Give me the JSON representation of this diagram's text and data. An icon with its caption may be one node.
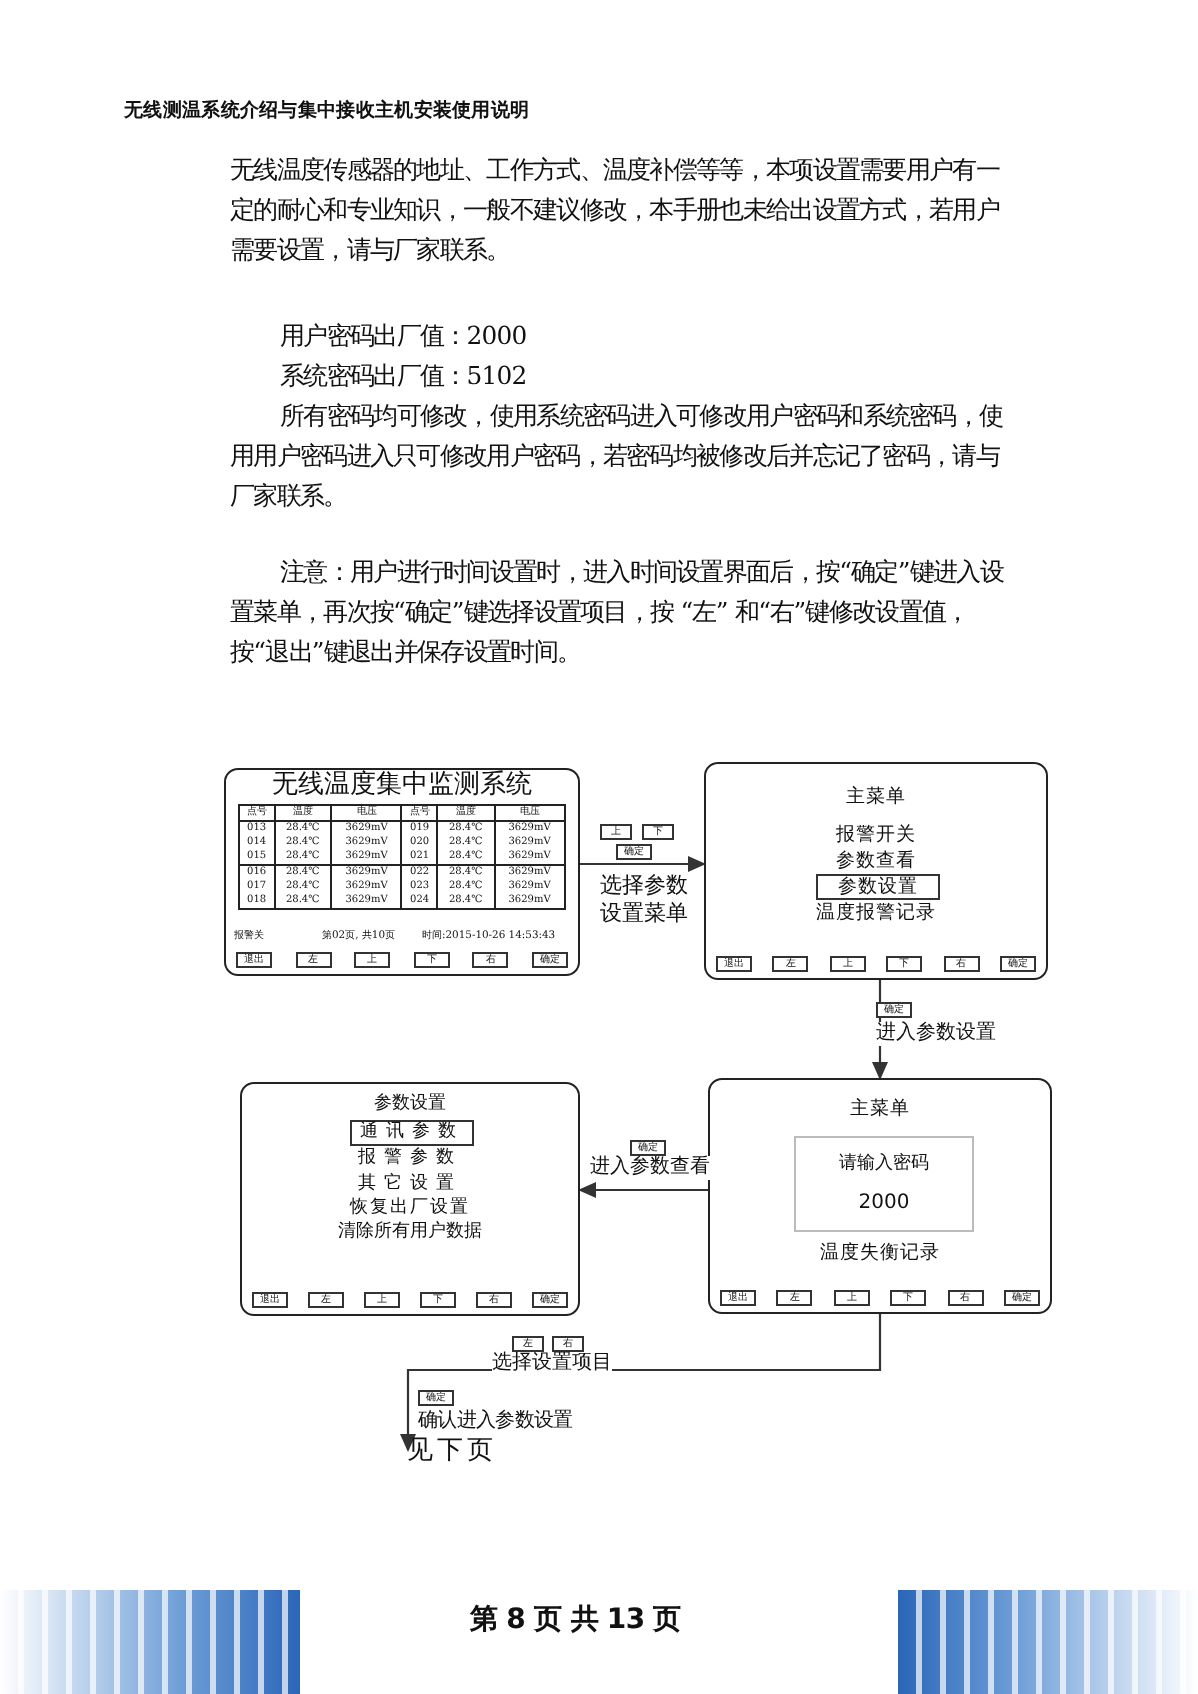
{
  "diagram": {
    "nodes": [
      {
        "text": [
          "无线温度集中监测系统"
        ]
      },
      {
        "text": [
          "退出"
        ],
        "in": 0
      },
      {
        "text": [
          "左"
        ],
        "in": 0
      },
      {
        "text": [
          "上"
        ],
        "in": 0
      },
      {
        "text": [
          "下"
        ],
        "in": 0
      },
      {
        "text": [
          "右"
        ],
        "in": 0
      },
      {
        "text": [
          "确定"
        ],
        "in": 0
      },
      {
        "text": [
          "主菜单",
          "报警开关",
          "参数查看",
          "温度报警记录"
        ]
      },
      {
        "text": [
          "参数设置"
        ],
        "in": 7
      },
      {
        "text": [
          "退出"
        ],
        "in": 7
      },
      {
        "text": [
          "左"
        ],
        "in": 7
      },
      {
        "text": [
          "上"
        ],
        "in": 7
      },
      {
        "text": [
          "下"
        ],
        "in": 7
      },
      {
        "text": [
          "右"
        ],
        "in": 7
      },
      {
        "text": [
          "确定"
        ],
        "in": 7
      },
      {
        "text": [
          "主菜单",
          "温度失衡记录"
        ]
      },
      {
        "text": [
          "请输入密码",
          "2000"
        ],
        "in": 15
      },
      {
        "text": [
          "退出"
        ],
        "in": 15
      },
      {
        "text": [
          "左"
        ],
        "in": 15
      },
      {
        "text": [
          "上"
        ],
        "in": 15
      },
      {
        "text": [
          "下"
        ],
        "in": 15
      },
      {
        "text": [
          "右"
        ],
        "in": 15
      },
      {
        "text": [
          "确定"
        ],
        "in": 15
      },
      {
        "text": [
          "参数设置",
          "报警参数",
          "其它设置",
          "恢复出厂设置",
          "清除所有用户数据"
        ]
      },
      {
        "text": [
          "通讯参数"
        ],
        "in": 23
      },
      {
        "text": [
          "退出"
        ],
        "in": 23
      },
      {
        "text": [
          "左"
        ],
        "in": 23
      },
      {
        "text": [
          "上"
        ],
        "in": 23
      },
      {
        "text": [
          "下"
        ],
        "in": 23
      },
      {
        "text": [
          "右"
        ],
        "in": 23
      },
      {
        "text": [
          "确定"
        ],
        "in": 23
      },
      {
        "text": [
          "见下页"
        ]
      },
      {
        "text": [
          "上"
        ]
      },
      {
        "text": [
          "下"
        ]
      },
      {
        "text": [
          "确定"
        ]
      },
      {
        "text": [
          "确定"
        ]
      },
      {
        "text": [
          "确定"
        ]
      },
      {
        "text": [
          "左"
        ]
      },
      {
        "text": [
          "右"
        ]
      },
      {
        "text": [
          "确定"
        ]
      }
    ],
    "edges": [
      {
        "from": 0,
        "to": 7,
        "arrow": "to",
        "label": "选择参数设置菜单"
      },
      {
        "from": 7,
        "to": 15,
        "arrow": "to",
        "label": "进入参数设置"
      },
      {
        "from": 15,
        "to": 23,
        "arrow": "to",
        "label": "进入参数查看"
      },
      {
        "from": 15,
        "to": 31,
        "arrow": "to",
        "label": "选择设置项目"
      }
    ],
    "labels": [
      "无线测温系统介绍与集中接收主机安装使用说明",
      "无线温度传感器的地址、工作方式、温度补偿等等，本项设置需要用户有一定的耐心和专业知识，一般不建议修改，本手册也未给出设置方式，若用户需要设置，请与厂家联系。",
      "用户密码出厂值：2000",
      "系统密码出厂值：5102",
      "所有密码均可修改，使用系统密码进入可修改用户密码和系统密码，使用用户密码进入只可修改用户密码，若密码均被修改后并忘记了密码，请与厂家联系。",
      "注意：用户进行时间设置时，进入时间设置界面后，按“确定”键进入设置菜单，再次按“确定”键选择设置项目，按 “左” 和“右”键修改设置值，按“退出”键退出并保存设置时间。",
      "点号",
      "温度",
      "电压",
      "点号",
      "温度",
      "电压",
      "013",
      "28.4℃",
      "3629mV",
      "019",
      "28.4℃",
      "3629mV",
      "014",
      "28.4℃",
      "3629mV",
      "020",
      "28.4℃",
      "3629mV",
      "015",
      "28.4℃",
      "3629mV",
      "021",
      "28.4℃",
      "3629mV",
      "016",
      "28.4℃",
      "3629mV",
      "022",
      "28.4℃",
      "3629mV",
      "017",
      "28.4℃",
      "3629mV",
      "023",
      "28.4℃",
      "3629mV",
      "018",
      "28.4℃",
      "3629mV",
      "024",
      "28.4℃",
      "3629mV",
      "报警关",
      "第02页, 共10页",
      "时间:2015-10-26 14:53:43",
      "确认进入参数设置",
      "第 8 页 共 13 页"
    ]
  }
}
